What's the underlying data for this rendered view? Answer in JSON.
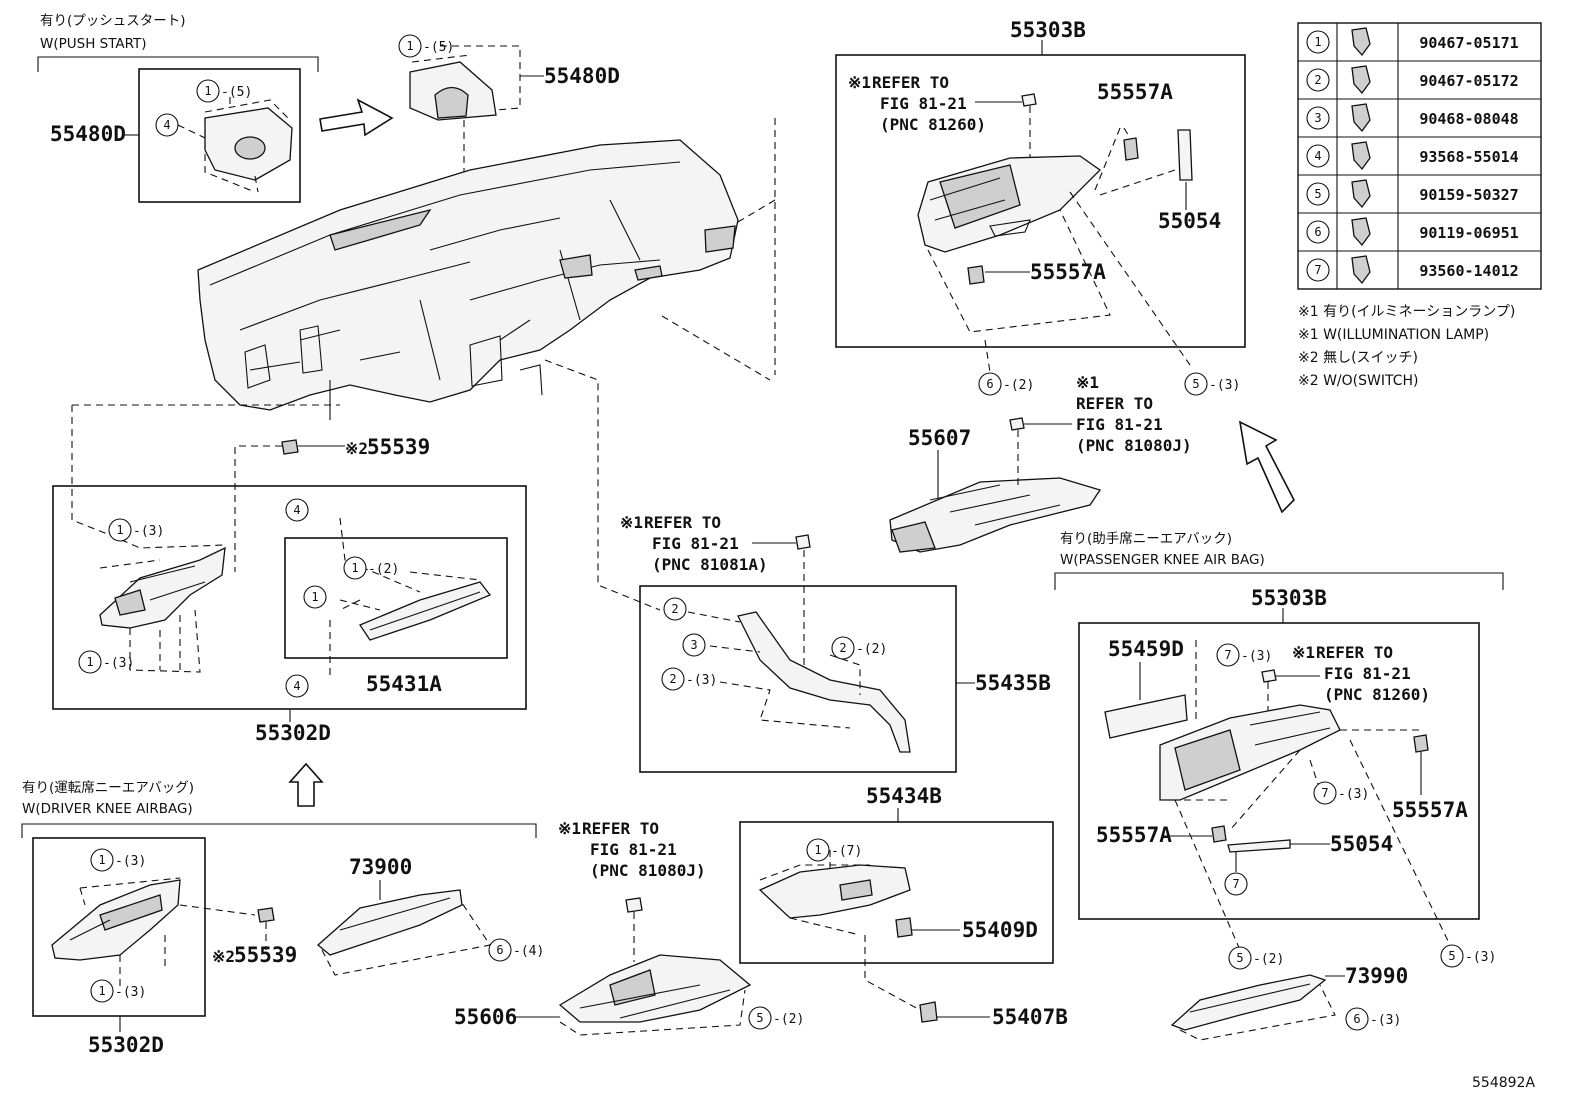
{
  "diagram_code": "554892A",
  "legend_table": [
    {
      "num": "1",
      "part": "90467-05171"
    },
    {
      "num": "2",
      "part": "90467-05172"
    },
    {
      "num": "3",
      "part": "90468-08048"
    },
    {
      "num": "4",
      "part": "93568-55014"
    },
    {
      "num": "5",
      "part": "90159-50327"
    },
    {
      "num": "6",
      "part": "90119-06951"
    },
    {
      "num": "7",
      "part": "93560-14012"
    }
  ],
  "footnotes": [
    "※1 有り(イルミネーションランプ)",
    "※1 W(ILLUMINATION LAMP)",
    "※2 無し(スイッチ)",
    "※2 W/O(SWITCH)"
  ],
  "conditions": {
    "push_start_jp": "有り(プッシュスタート)",
    "push_start_en": "W(PUSH START)",
    "driver_knee_jp": "有り(運転席ニーエアバッグ)",
    "driver_knee_en": "W(DRIVER KNEE AIRBAG)",
    "passenger_knee_jp": "有り(助手席ニーエアバック)",
    "passenger_knee_en": "W(PASSENGER KNEE AIR BAG)"
  },
  "refer": {
    "mark1": "※1",
    "mark2": "※2",
    "refer_to": "REFER TO",
    "fig": "FIG 81-21",
    "pnc_81260": "(PNC 81260)",
    "pnc_81080j": "(PNC 81080J)",
    "pnc_81081a": "(PNC 81081A)"
  },
  "parts": {
    "p55480D": "55480D",
    "p55303B": "55303B",
    "p55557A": "55557A",
    "p55054": "55054",
    "p55607": "55607",
    "p55539": "55539",
    "p55302D": "55302D",
    "p55431A": "55431A",
    "p55435B": "55435B",
    "p55459D": "55459D",
    "p73900": "73900",
    "p55606": "55606",
    "p55434B": "55434B",
    "p55409D": "55409D",
    "p55407B": "55407B",
    "p73990": "73990"
  },
  "callouts": {
    "c1": "1",
    "c2": "2",
    "c3": "3",
    "c4": "4",
    "c5": "5",
    "c6": "6",
    "c7": "7",
    "q2": "-(2)",
    "q3": "-(3)",
    "q4": "-(4)",
    "q5": "-(5)",
    "q7": "-(7)"
  }
}
